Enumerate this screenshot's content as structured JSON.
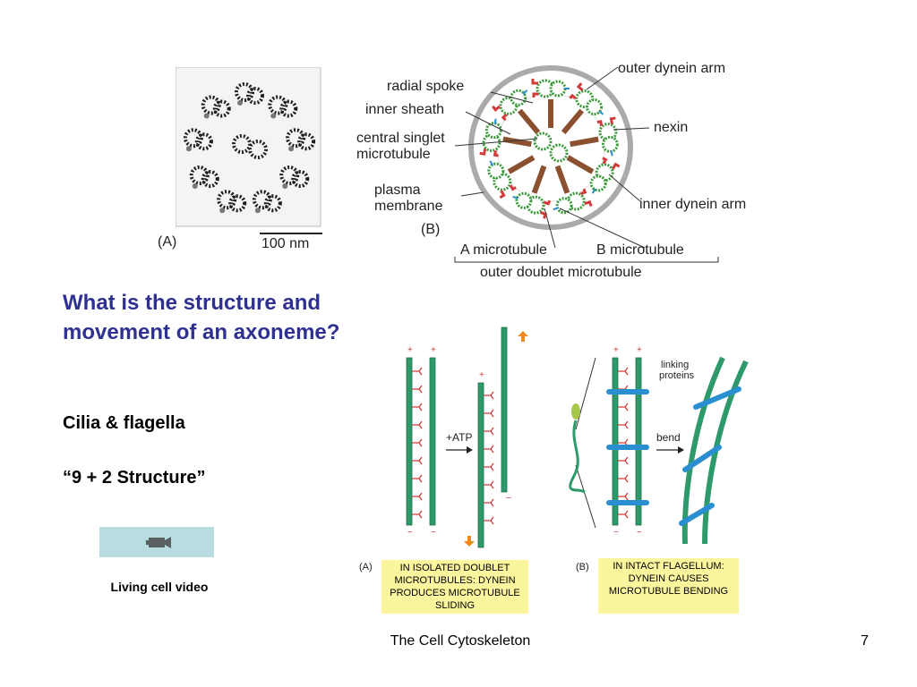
{
  "figure_top": {
    "micrograph_label": "(A)",
    "scale_bar": "100 nm",
    "diagram_label": "(B)",
    "labels": {
      "radial_spoke": "radial spoke",
      "inner_sheath": "inner sheath",
      "central_singlet_line1": "central singlet",
      "central_singlet_line2": "microtubule",
      "plasma_line1": "plasma",
      "plasma_line2": "membrane",
      "outer_dynein_arm": "outer dynein arm",
      "nexin": "nexin",
      "inner_dynein_arm": "inner dynein arm",
      "a_microtubule": "A microtubule",
      "b_microtubule": "B microtubule",
      "outer_doublet": "outer doublet microtubule"
    }
  },
  "figure_bottom": {
    "panel_a_label": "(A)",
    "panel_b_label": "(B)",
    "atp_label": "+ATP",
    "bend_label": "bend",
    "linking_line1": "linking",
    "linking_line2": "proteins",
    "plus": "+",
    "minus": "−",
    "caption_a": "IN ISOLATED DOUBLET MICROTUBULES: DYNEIN PRODUCES MICROTUBULE SLIDING",
    "caption_b": "IN INTACT FLAGELLUM: DYNEIN CAUSES MICROTUBULE BENDING"
  },
  "slide": {
    "heading": "What is the structure and movement of an axoneme?",
    "subtitle1": "Cilia & flagella",
    "subtitle2": "“9 + 2 Structure”",
    "video_caption": "Living cell video",
    "footer_title": "The Cell Cytoskeleton",
    "page_number": "7"
  },
  "colors": {
    "heading": "#2e3192",
    "microtubule_green": "#2e9a6b",
    "dynein_red": "#d23a3a",
    "spoke_brown": "#8a5030",
    "linker_blue": "#2a8fd0",
    "caption_yellow": "#fbf59e",
    "video_button": "#b7dde1"
  },
  "icons": {
    "video": "video-camera-icon"
  }
}
